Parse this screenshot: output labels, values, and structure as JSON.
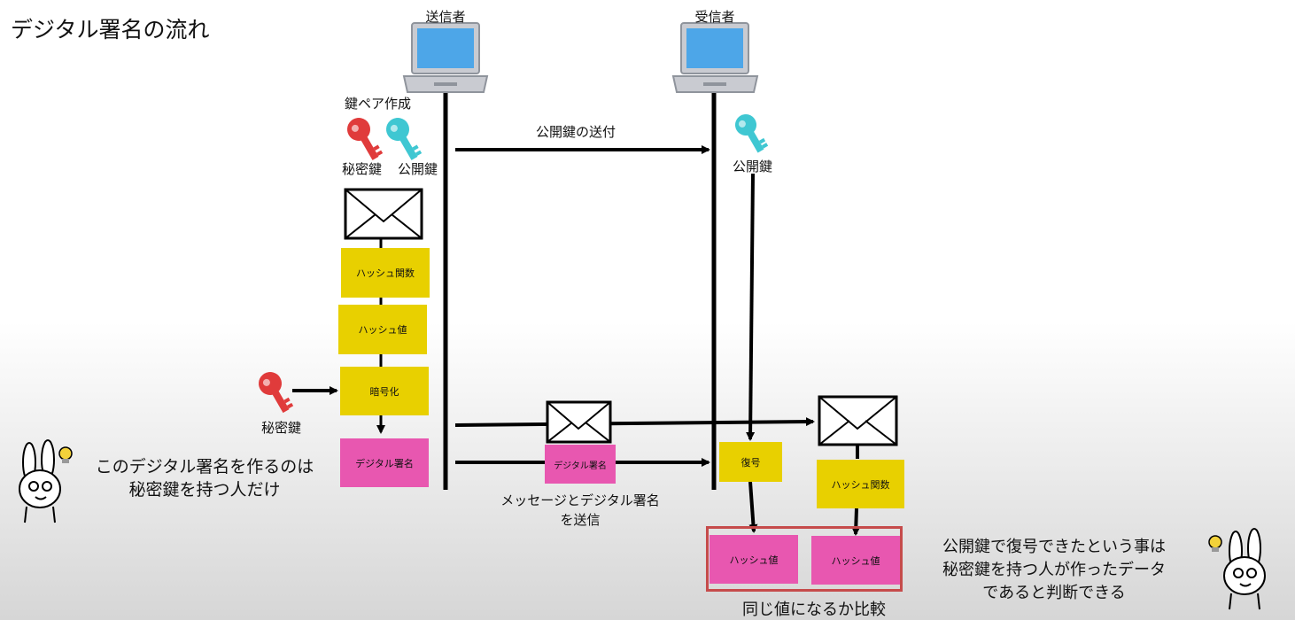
{
  "title": "デジタル署名の流れ",
  "sender": {
    "label": "送信者",
    "icon": "laptop-icon"
  },
  "receiver": {
    "label": "受信者",
    "icon": "laptop-icon"
  },
  "sender_side": {
    "keypair_label": "鍵ペア作成",
    "private_key_label": "秘密鍵",
    "public_key_label": "公開鍵",
    "hash_function": "ハッシュ関数",
    "hash_value": "ハッシュ値",
    "encrypt": "暗号化",
    "signature": "デジタル署名",
    "input_key_label": "秘密鍵"
  },
  "transfers": {
    "public_key_send": "公開鍵の送付",
    "signature_box": "デジタル署名",
    "message_send_line1": "メッセージとデジタル署名",
    "message_send_line2": "を送信"
  },
  "receiver_side": {
    "public_key_label": "公開鍵",
    "decrypt": "復号",
    "hash_function": "ハッシュ関数",
    "hash_value_left": "ハッシュ値",
    "hash_value_right": "ハッシュ値",
    "compare_label": "同じ値になるか比較"
  },
  "notes": {
    "left_line1": "このデジタル署名を作るのは",
    "left_line2": "秘密鍵を持つ人だけ",
    "right_line1": "公開鍵で復号できたという事は",
    "right_line2": "秘密鍵を持つ人が作ったデータ",
    "right_line3": "であると判断できる"
  },
  "colors": {
    "private_key": "#e03b3b",
    "public_key": "#3fc7d2",
    "yellow_box": "#e8d000",
    "pink_box": "#e857b0",
    "compare_frame": "#c64b4b",
    "laptop_screen": "#4da6e8"
  }
}
